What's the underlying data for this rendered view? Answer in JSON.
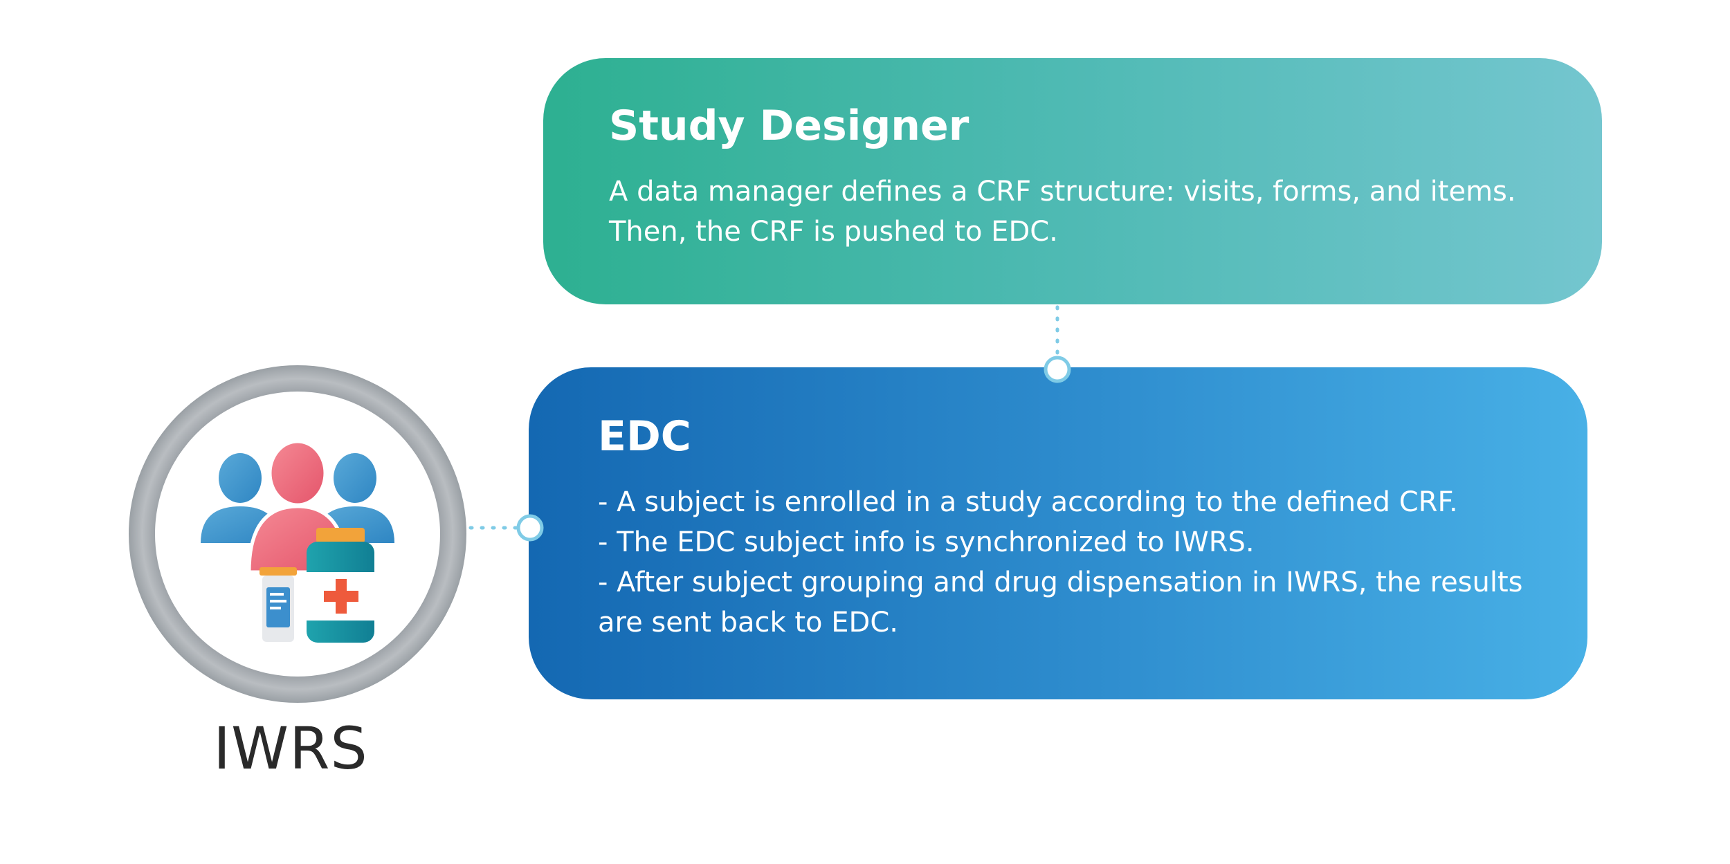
{
  "study_designer": {
    "title": "Study Designer",
    "lines": [
      "A data manager defines a CRF structure: visits, forms, and items.",
      "Then, the CRF is pushed to EDC."
    ]
  },
  "edc": {
    "title": "EDC",
    "lines": [
      "- A subject is enrolled in a study according to the defined CRF.",
      "- The EDC subject info is synchronized to IWRS.",
      "- After subject grouping and drug dispensation in IWRS, the results are sent back to EDC."
    ]
  },
  "iwrs": {
    "label": "IWRS",
    "icon": "patients-and-medication-icon"
  },
  "colors": {
    "study_card_start": "#2db091",
    "study_card_end": "#74c6cf",
    "edc_card_start": "#1468b2",
    "edc_card_end": "#48b0e6",
    "connector": "#7fcbe6",
    "ring": "#a7acb1"
  }
}
